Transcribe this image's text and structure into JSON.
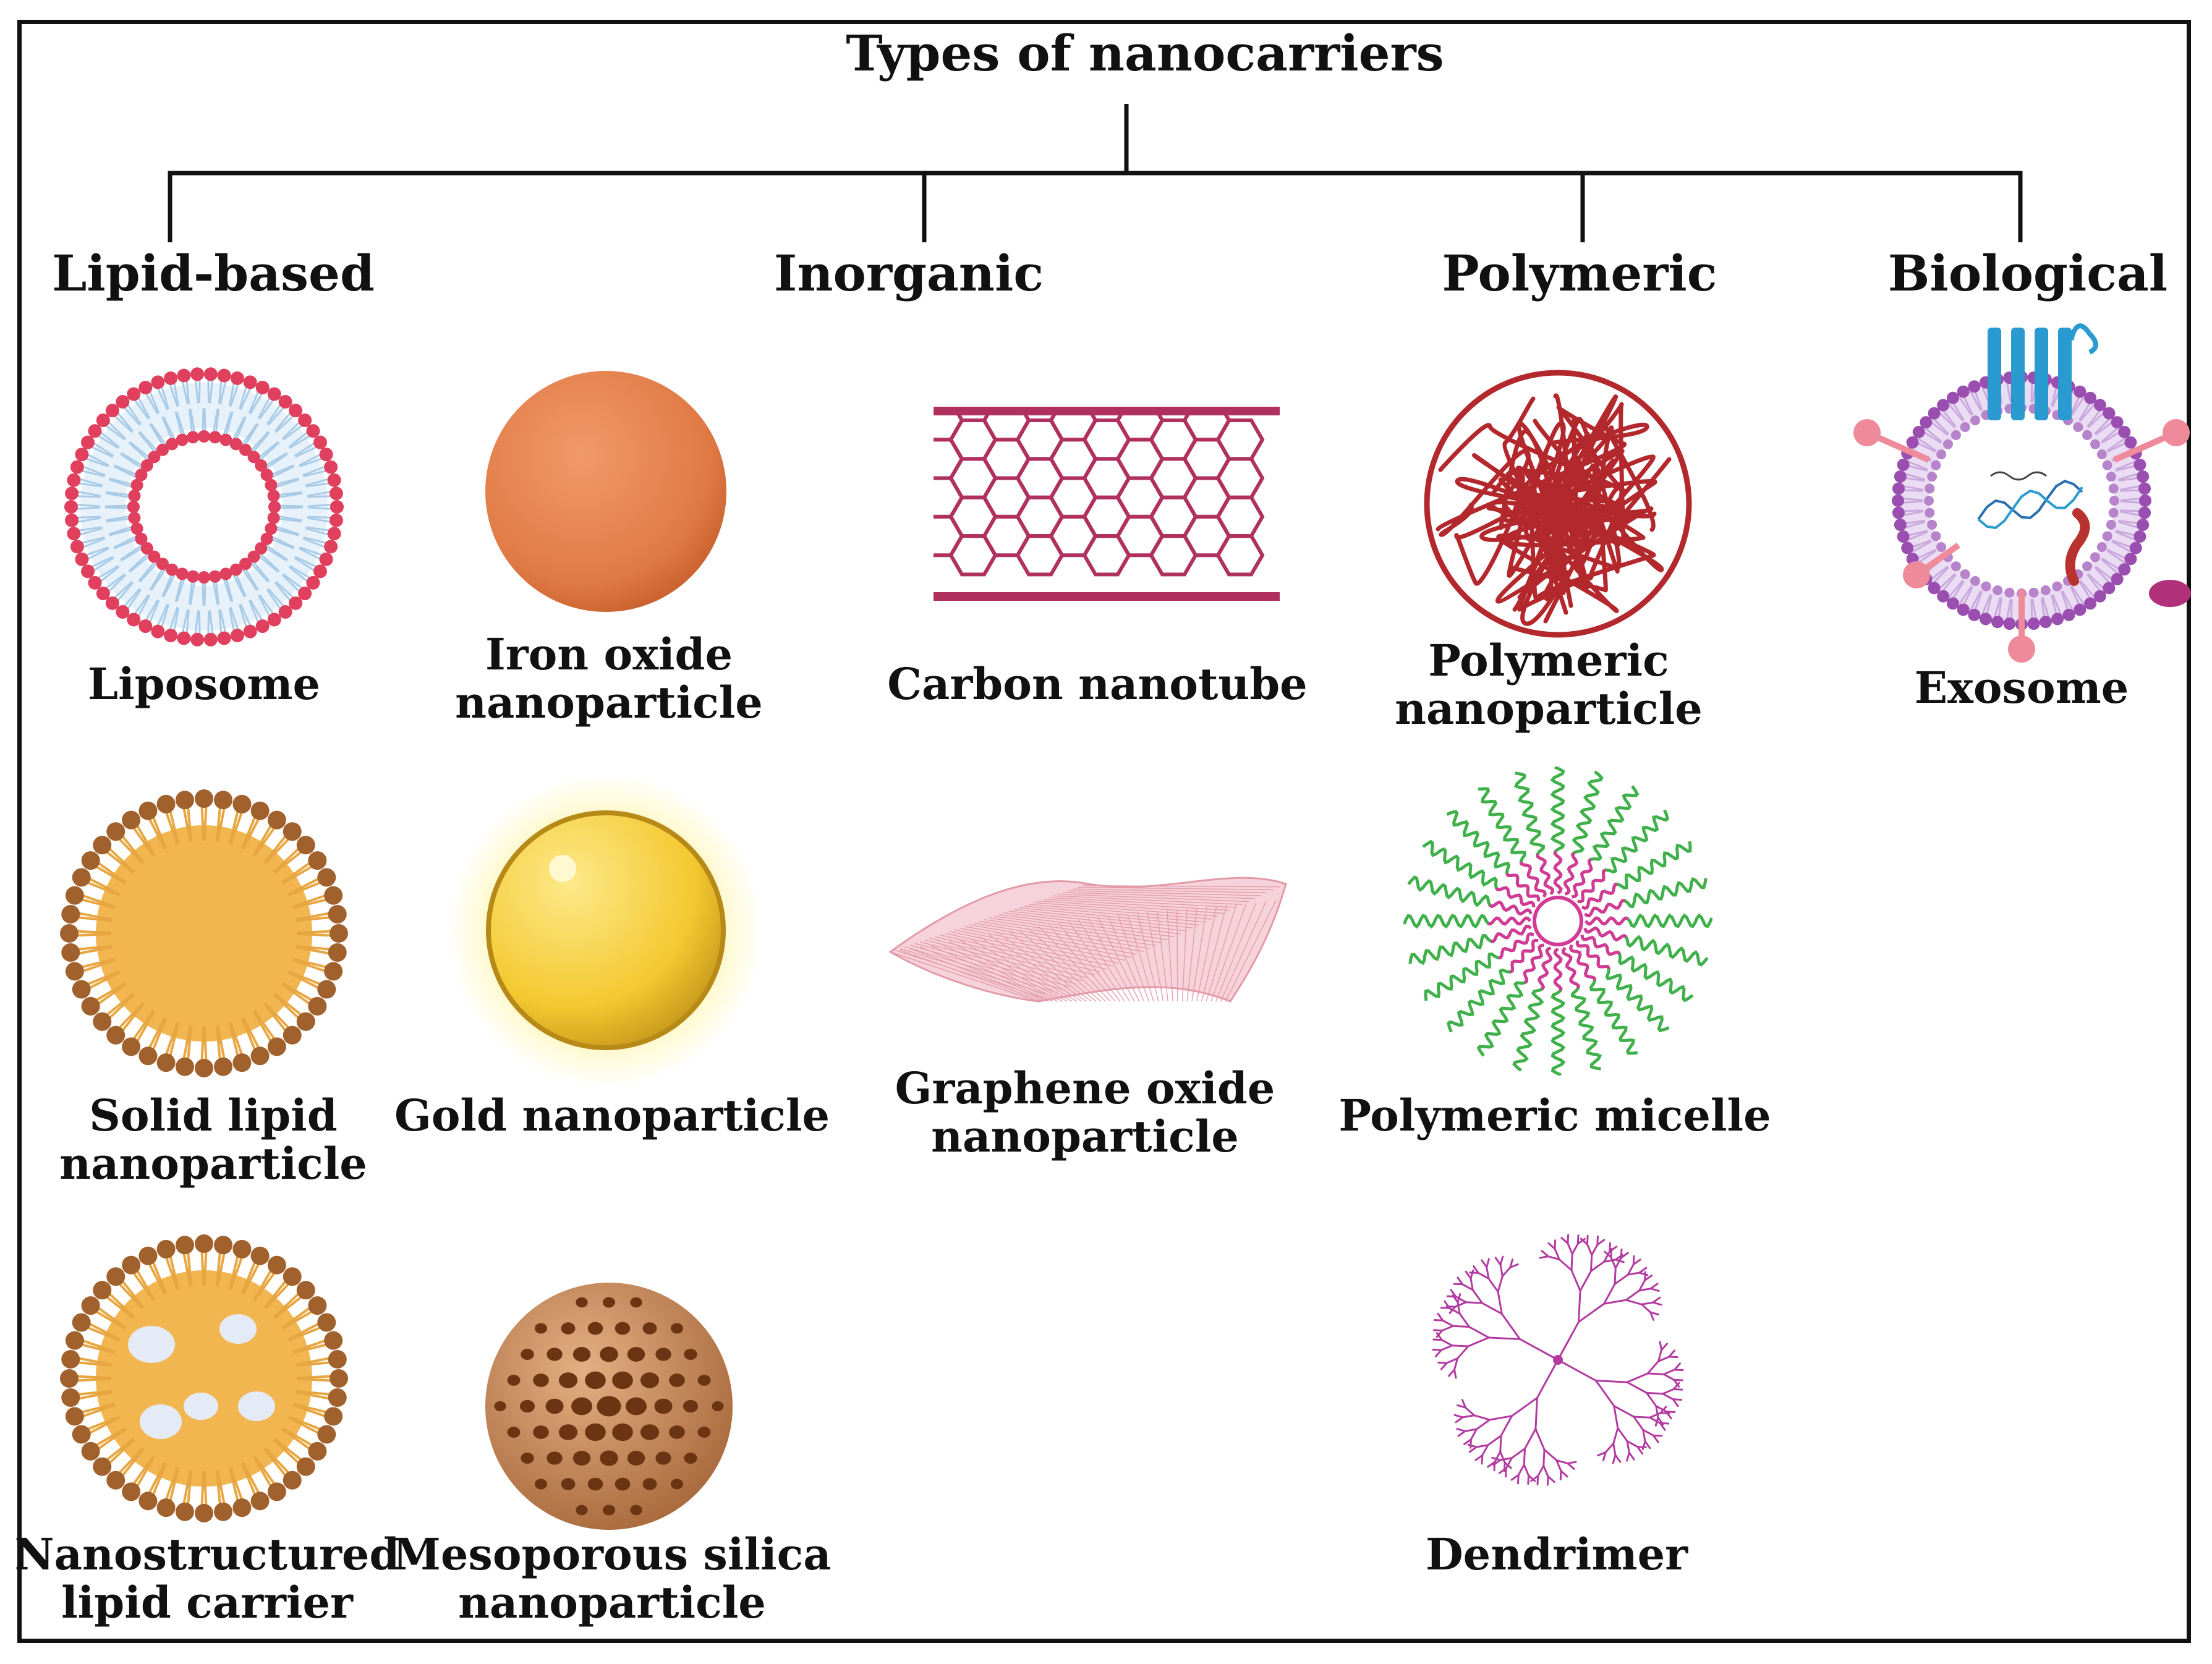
{
  "title": "Types of nanocarriers",
  "categories": [
    {
      "key": "lipid",
      "label": "Lipid-based"
    },
    {
      "key": "inorganic",
      "label": "Inorganic"
    },
    {
      "key": "polymeric",
      "label": "Polymeric"
    },
    {
      "key": "biological",
      "label": "Biological"
    }
  ],
  "items": {
    "liposome": [
      "Liposome"
    ],
    "iron_oxide": [
      "Iron oxide",
      "nanoparticle"
    ],
    "carbon_nanotube": [
      "Carbon nanotube"
    ],
    "polymeric_nanoparticle": [
      "Polymeric",
      "nanoparticle"
    ],
    "exosome": [
      "Exosome"
    ],
    "solid_lipid": [
      "Solid lipid",
      "nanoparticle"
    ],
    "gold": [
      "Gold nanoparticle"
    ],
    "graphene_oxide": [
      "Graphene oxide",
      "nanoparticle"
    ],
    "micelle": [
      "Polymeric micelle"
    ],
    "nlc": [
      "Nanostructured",
      "lipid carrier"
    ],
    "silica": [
      "Mesoporous silica",
      "nanoparticle"
    ],
    "dendrimer": [
      "Dendrimer"
    ]
  },
  "colors": {
    "liposome_head": "#e0405e",
    "liposome_tail": "#a9cbe6",
    "iron_oxide": "#e07a45",
    "nanotube": "#b0305e",
    "polymer": "#b3282c",
    "exosome_membrane": "#9a4fb0",
    "lipid_head": "#a0612d",
    "lipid_core": "#f2b651",
    "gold": "#f4c830",
    "graphene": "#e39aa8",
    "micelle_tail": "#3fb04a",
    "micelle_core": "#d23a95",
    "silica": "#c98a5b",
    "dendrimer": "#b23aa0"
  }
}
